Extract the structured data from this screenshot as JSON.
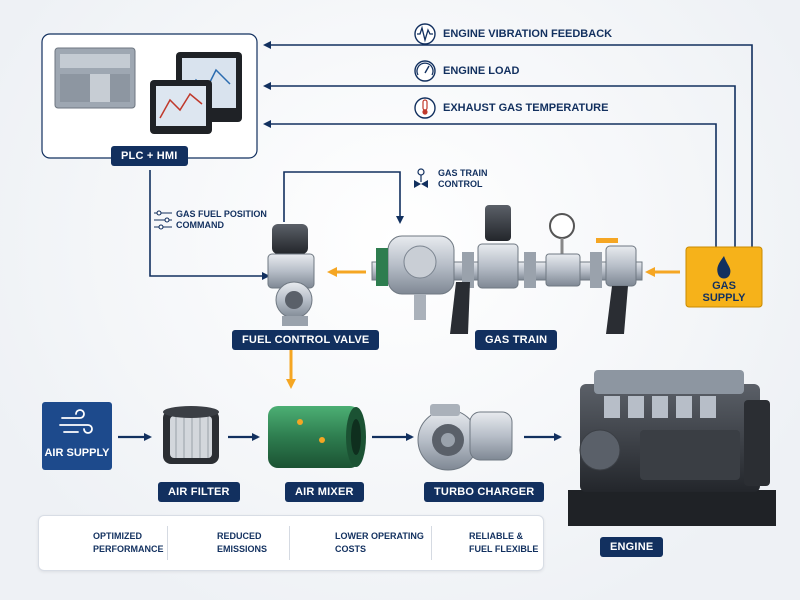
{
  "components": {
    "plc_hmi": "PLC + HMI",
    "fuel_control_valve": "FUEL CONTROL VALVE",
    "gas_train": "GAS TRAIN",
    "gas_supply": [
      "GAS",
      "SUPPLY"
    ],
    "air_supply": "AIR SUPPLY",
    "air_filter": "AIR FILTER",
    "air_mixer": "AIR MIXER",
    "turbo_charger": "TURBO CHARGER",
    "engine": "ENGINE"
  },
  "signals": {
    "vibration": "ENGINE VIBRATION FEEDBACK",
    "load": "ENGINE LOAD",
    "exhaust": "EXHAUST GAS TEMPERATURE",
    "gas_train_control": [
      "GAS TRAIN",
      "CONTROL"
    ],
    "fuel_position": [
      "GAS FUEL POSITION",
      "COMMAND"
    ]
  },
  "benefits": [
    {
      "lines": [
        "OPTIMIZED",
        "PERFORMANCE"
      ],
      "icon": "drop-icon"
    },
    {
      "lines": [
        "REDUCED",
        "EMISSIONS"
      ],
      "icon": "leaf-icon"
    },
    {
      "lines": [
        "LOWER OPERATING",
        "COSTS"
      ],
      "icon": "rupee-icon"
    },
    {
      "lines": [
        "RELIABLE &",
        "FUEL FLEXIBLE"
      ],
      "icon": "shield-icon"
    }
  ],
  "colors": {
    "navy": "#12305f",
    "accent_orange": "#f5a623",
    "gas_supply_fill": "#f6b21a",
    "air_supply_fill": "#1d4a8c",
    "mixer_green": "#2e7d4f"
  }
}
